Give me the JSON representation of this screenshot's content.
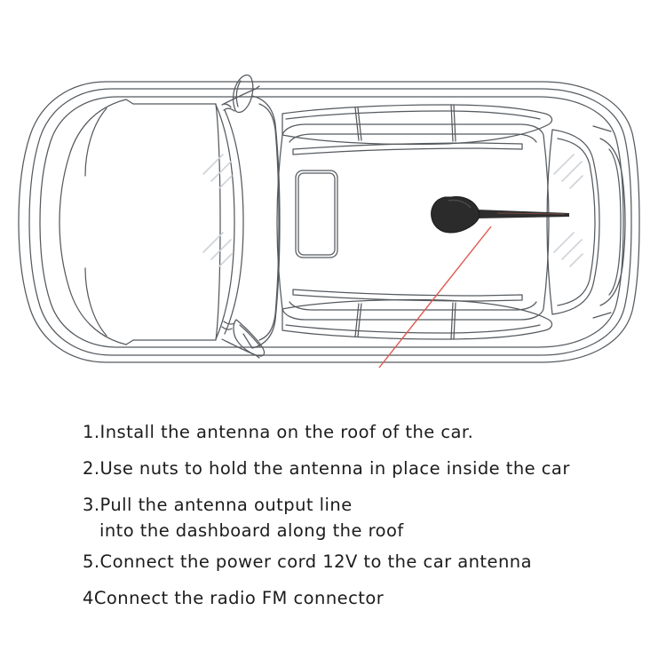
{
  "page": {
    "background_color": "#ffffff",
    "title": "Car roof antenna installation diagram"
  },
  "diagram": {
    "name": "car-top-view-antenna-installation",
    "line_color": "#4a4a4a",
    "accent_color": "#e05a52",
    "antenna_color": "#2b2b2b",
    "glass_reflection_color": "#cfd3d8",
    "parts": {
      "car_body": "car-body-outline",
      "hood": "hood",
      "windshield": "windshield",
      "roof": "roof-panel",
      "sunroof": "sunroof",
      "rear_window": "rear-window",
      "trunk": "trunk-lid",
      "mirror_left": "side-mirror-top",
      "mirror_right": "side-mirror-bottom",
      "antenna_base": "antenna-base",
      "antenna_rod": "antenna-rod",
      "pointer": "antenna-pointer-line"
    }
  },
  "instructions": {
    "steps": [
      {
        "id": "step-1",
        "text": "1.Install the antenna on the roof of the car."
      },
      {
        "id": "step-2",
        "text": "2.Use nuts to hold the antenna in place inside the car"
      },
      {
        "id": "step-3",
        "text": "3.Pull the antenna output line"
      },
      {
        "id": "step-3-cont",
        "text": "into the dashboard along the roof"
      },
      {
        "id": "step-5",
        "text": "5.Connect the power cord 12V to the car antenna"
      },
      {
        "id": "step-4",
        "text": "4Connect the radio FM connector"
      }
    ]
  }
}
